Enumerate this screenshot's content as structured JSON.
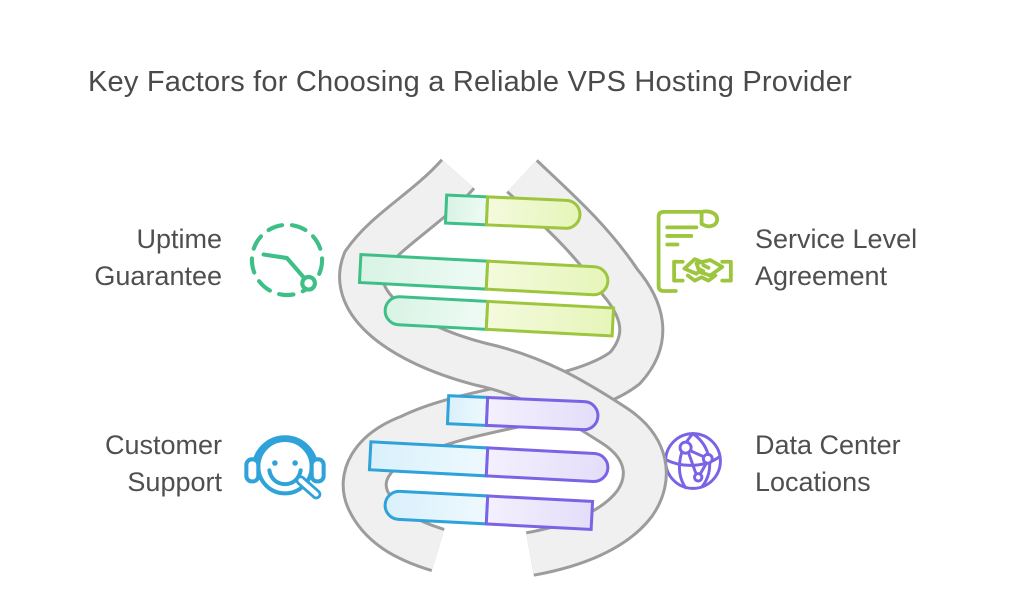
{
  "title": "Key Factors for Choosing a Reliable VPS Hosting Provider",
  "factors": [
    {
      "id": "uptime-guarantee",
      "label_lines": [
        "Uptime",
        "Guarantee"
      ],
      "icon": "dashed-clock-icon",
      "color": "#3fbf88",
      "position": "top-left"
    },
    {
      "id": "service-level-agreement",
      "label_lines": [
        "Service Level",
        "Agreement"
      ],
      "icon": "document-handshake-icon",
      "color": "#9dc53e",
      "position": "top-right"
    },
    {
      "id": "customer-support",
      "label_lines": [
        "Customer",
        "Support"
      ],
      "icon": "support-agent-headset-icon",
      "color": "#2ea2d9",
      "position": "bottom-left"
    },
    {
      "id": "data-center-locations",
      "label_lines": [
        "Data Center",
        "Locations"
      ],
      "icon": "globe-network-icon",
      "color": "#7b63e6",
      "position": "bottom-right"
    }
  ],
  "helix": {
    "description": "DNA double helix graphic with six rungs",
    "ribbon_fill": "#f0f0f0",
    "ribbon_stroke": "#9c9c9c",
    "rung_stroke_colors": {
      "mint": "#3fbf88",
      "lime": "#9dc53e",
      "cyan": "#2ea2d9",
      "lavender": "#7b63e6"
    },
    "rung_fill_colors": {
      "mint": "#d8f3e4",
      "lime": "#e6f5b9",
      "cyan": "#d9f0fb",
      "lavender": "#e4ddfa"
    }
  },
  "text_color": "#4f4f4f"
}
